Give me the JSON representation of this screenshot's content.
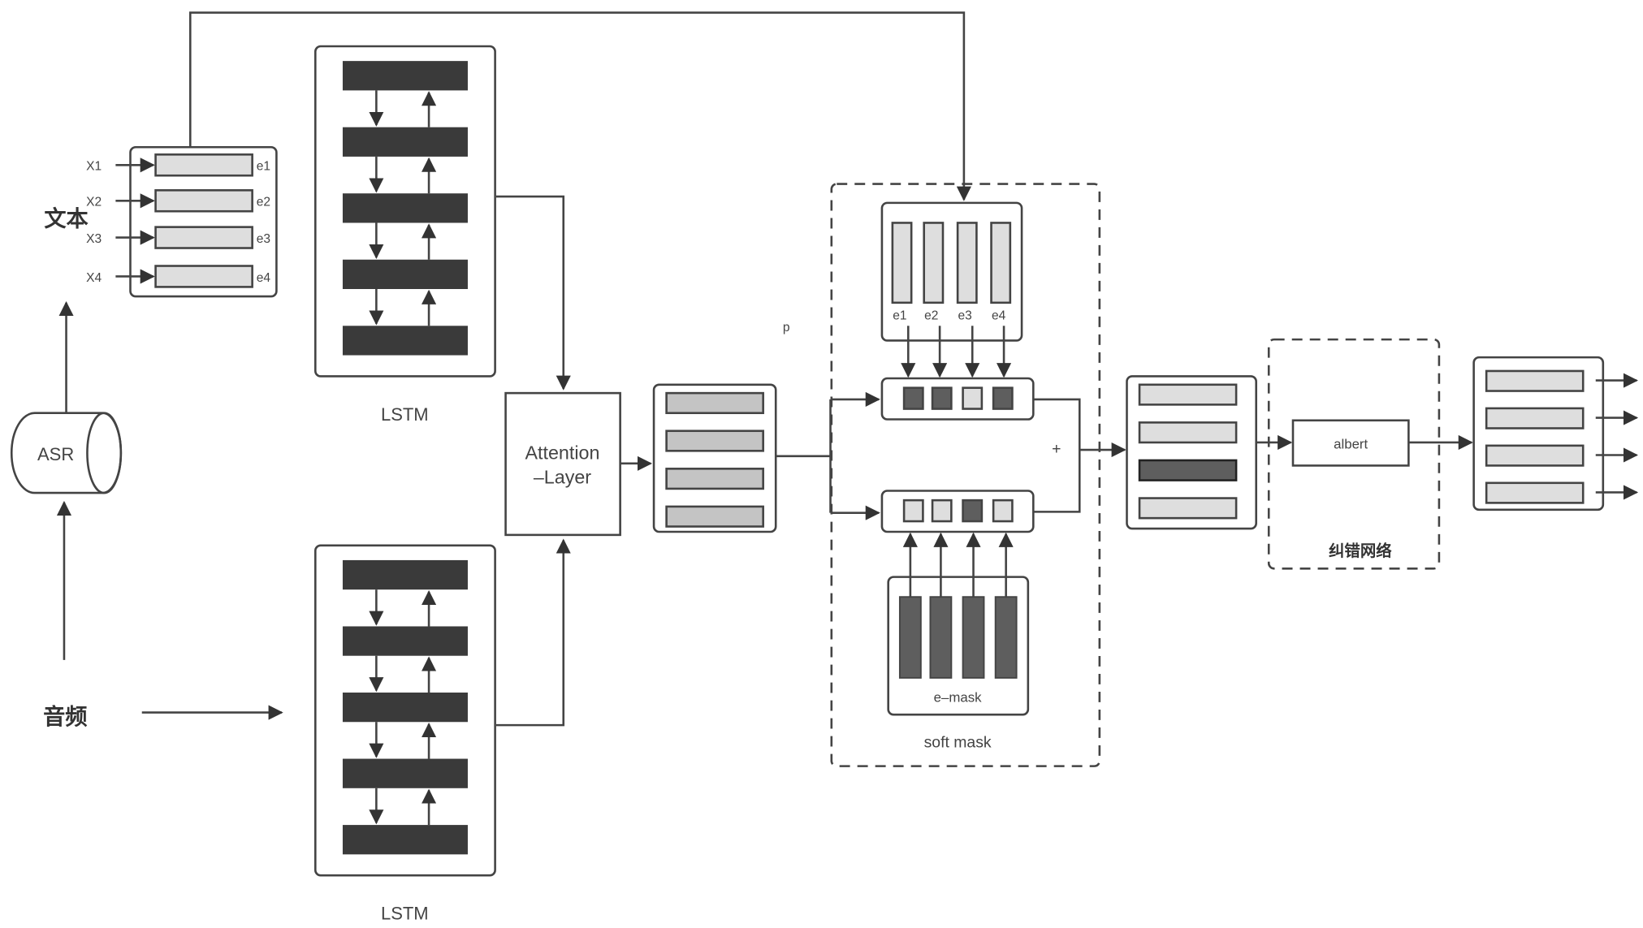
{
  "colors": {
    "line": "#444444",
    "dark_cell": "#3a3a3a",
    "mid_cell": "#5e5e5e",
    "light_cell": "#dedede",
    "gray_cell": "#c4c4c4"
  },
  "inputs": {
    "text_label": "文本",
    "audio_label": "音频",
    "asr_label": "ASR",
    "tokens": [
      "X1",
      "X2",
      "X3",
      "X4"
    ],
    "embeddings": [
      "e1",
      "e2",
      "e3",
      "e4"
    ]
  },
  "lstm": {
    "top_label": "LSTM",
    "bottom_label": "LSTM",
    "cells_per_stack": 5
  },
  "attention": {
    "line1": "Attention",
    "line2": "–Layer",
    "output_cells": 4
  },
  "soft_mask": {
    "title": "soft mask",
    "p_label": "p",
    "plus_label": "+",
    "embedding_labels": [
      "e1",
      "e2",
      "e3",
      "e4"
    ],
    "emask_label": "e–mask",
    "upper_vector": [
      "dark",
      "dark",
      "light",
      "dark"
    ],
    "lower_vector": [
      "light",
      "light",
      "dark",
      "light"
    ]
  },
  "merged": {
    "cells": [
      "light",
      "light",
      "dark",
      "light"
    ]
  },
  "correction": {
    "title": "纠错网络",
    "model_label": "albert"
  },
  "output": {
    "cells": [
      "light",
      "light",
      "light",
      "light"
    ]
  }
}
